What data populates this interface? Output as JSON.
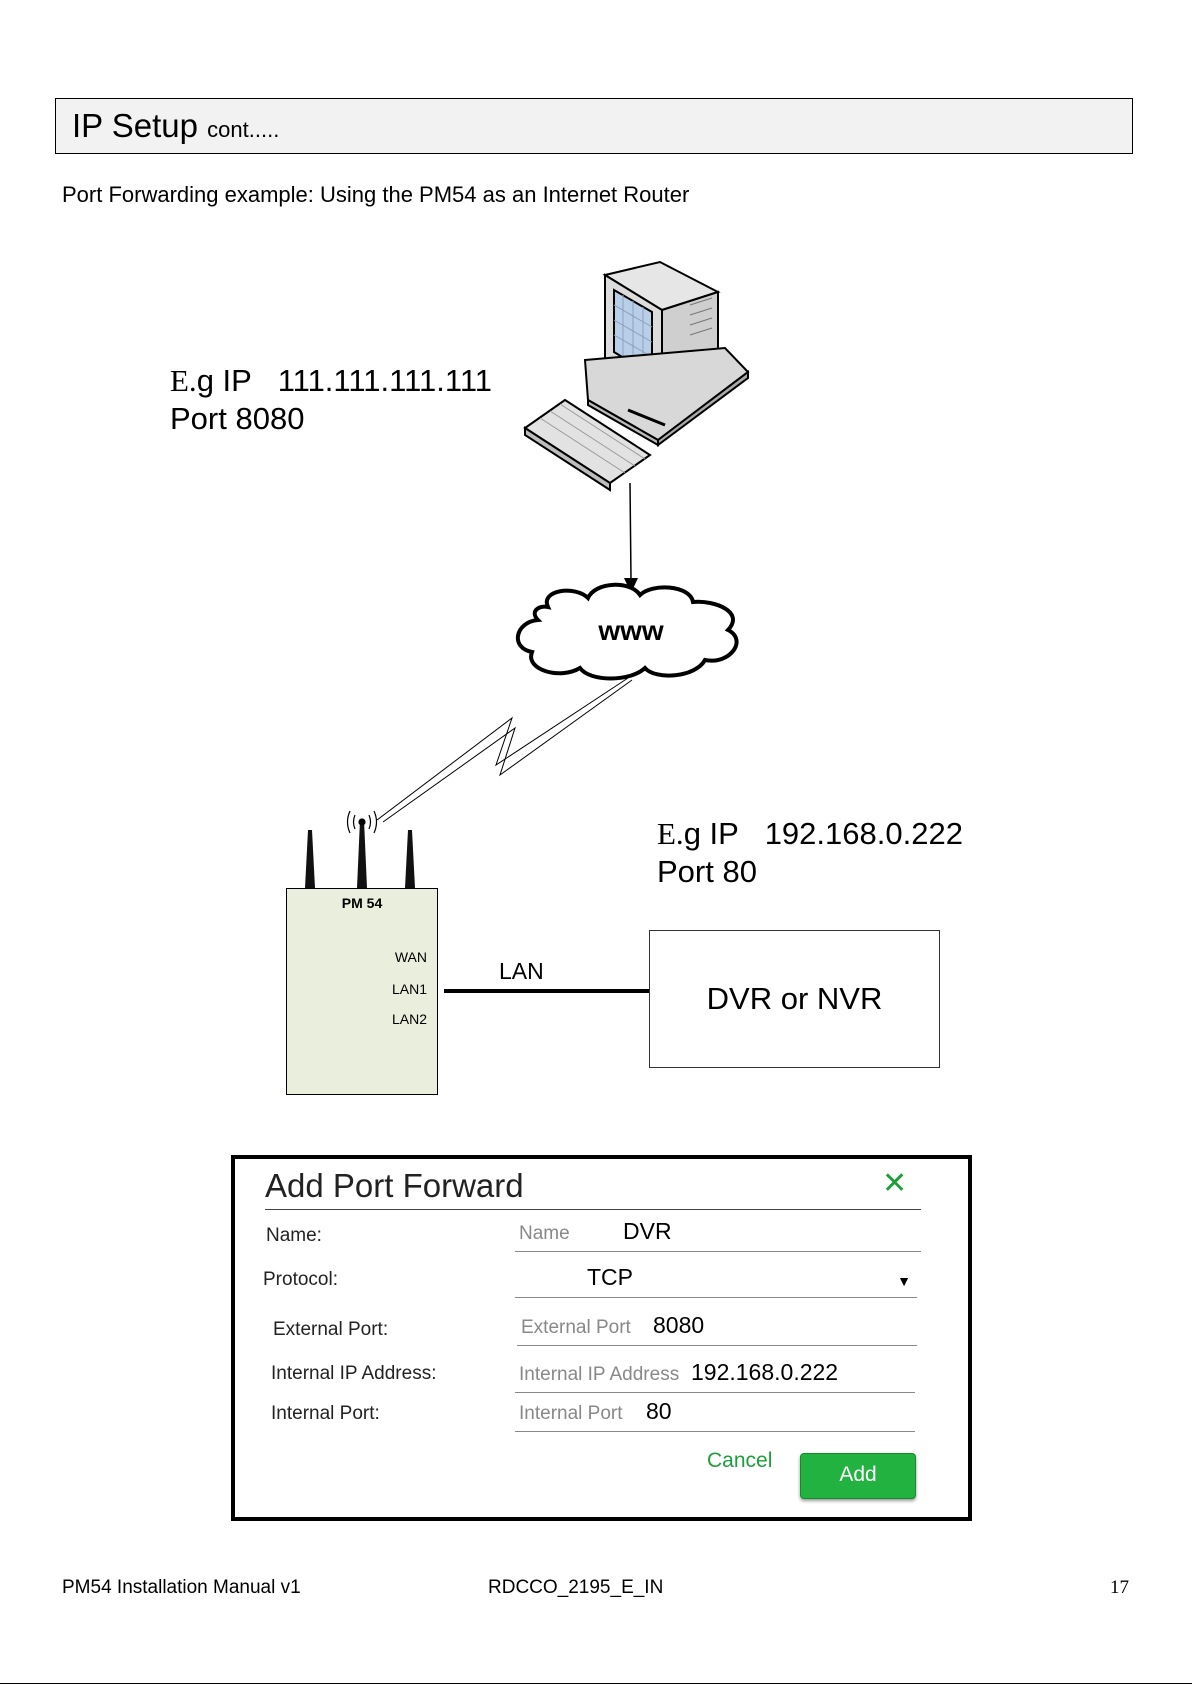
{
  "header": {
    "title": "IP Setup",
    "title_suffix": "cont....."
  },
  "subtitle": "Port Forwarding example: Using the PM54 as an Internet Router",
  "diagram": {
    "remote": {
      "eg": "E.",
      "ip_label": "g IP",
      "ip": "111.111.111.111",
      "port": "Port 8080"
    },
    "cloud_label": "www",
    "local": {
      "eg": "E.",
      "ip_label": "g IP",
      "ip": "192.168.0.222",
      "port": "Port 80"
    },
    "router": {
      "model": "PM 54",
      "ports": [
        "WAN",
        "LAN1",
        "LAN2"
      ]
    },
    "link_label": "LAN",
    "device_label": "DVR or NVR"
  },
  "dialog": {
    "title": "Add Port Forward",
    "close_glyph": "✕",
    "fields": {
      "name": {
        "label": "Name:",
        "placeholder": "Name",
        "value": "DVR"
      },
      "protocol": {
        "label": "Protocol:",
        "value": "TCP",
        "caret": "▼"
      },
      "external_port": {
        "label": "External Port:",
        "placeholder": "External Port",
        "value": "8080"
      },
      "internal_ip": {
        "label": "Internal IP Address:",
        "placeholder": "Internal IP Address",
        "value": "192.168.0.222"
      },
      "internal_port": {
        "label": "Internal Port:",
        "placeholder": "Internal Port",
        "value": "80"
      }
    },
    "cancel_label": "Cancel",
    "add_label": "Add",
    "accent_color": "#22b23f"
  },
  "footer": {
    "manual": "PM54 Installation Manual v1",
    "doc_id": "RDCCO_2195_E_IN",
    "page": "17"
  }
}
